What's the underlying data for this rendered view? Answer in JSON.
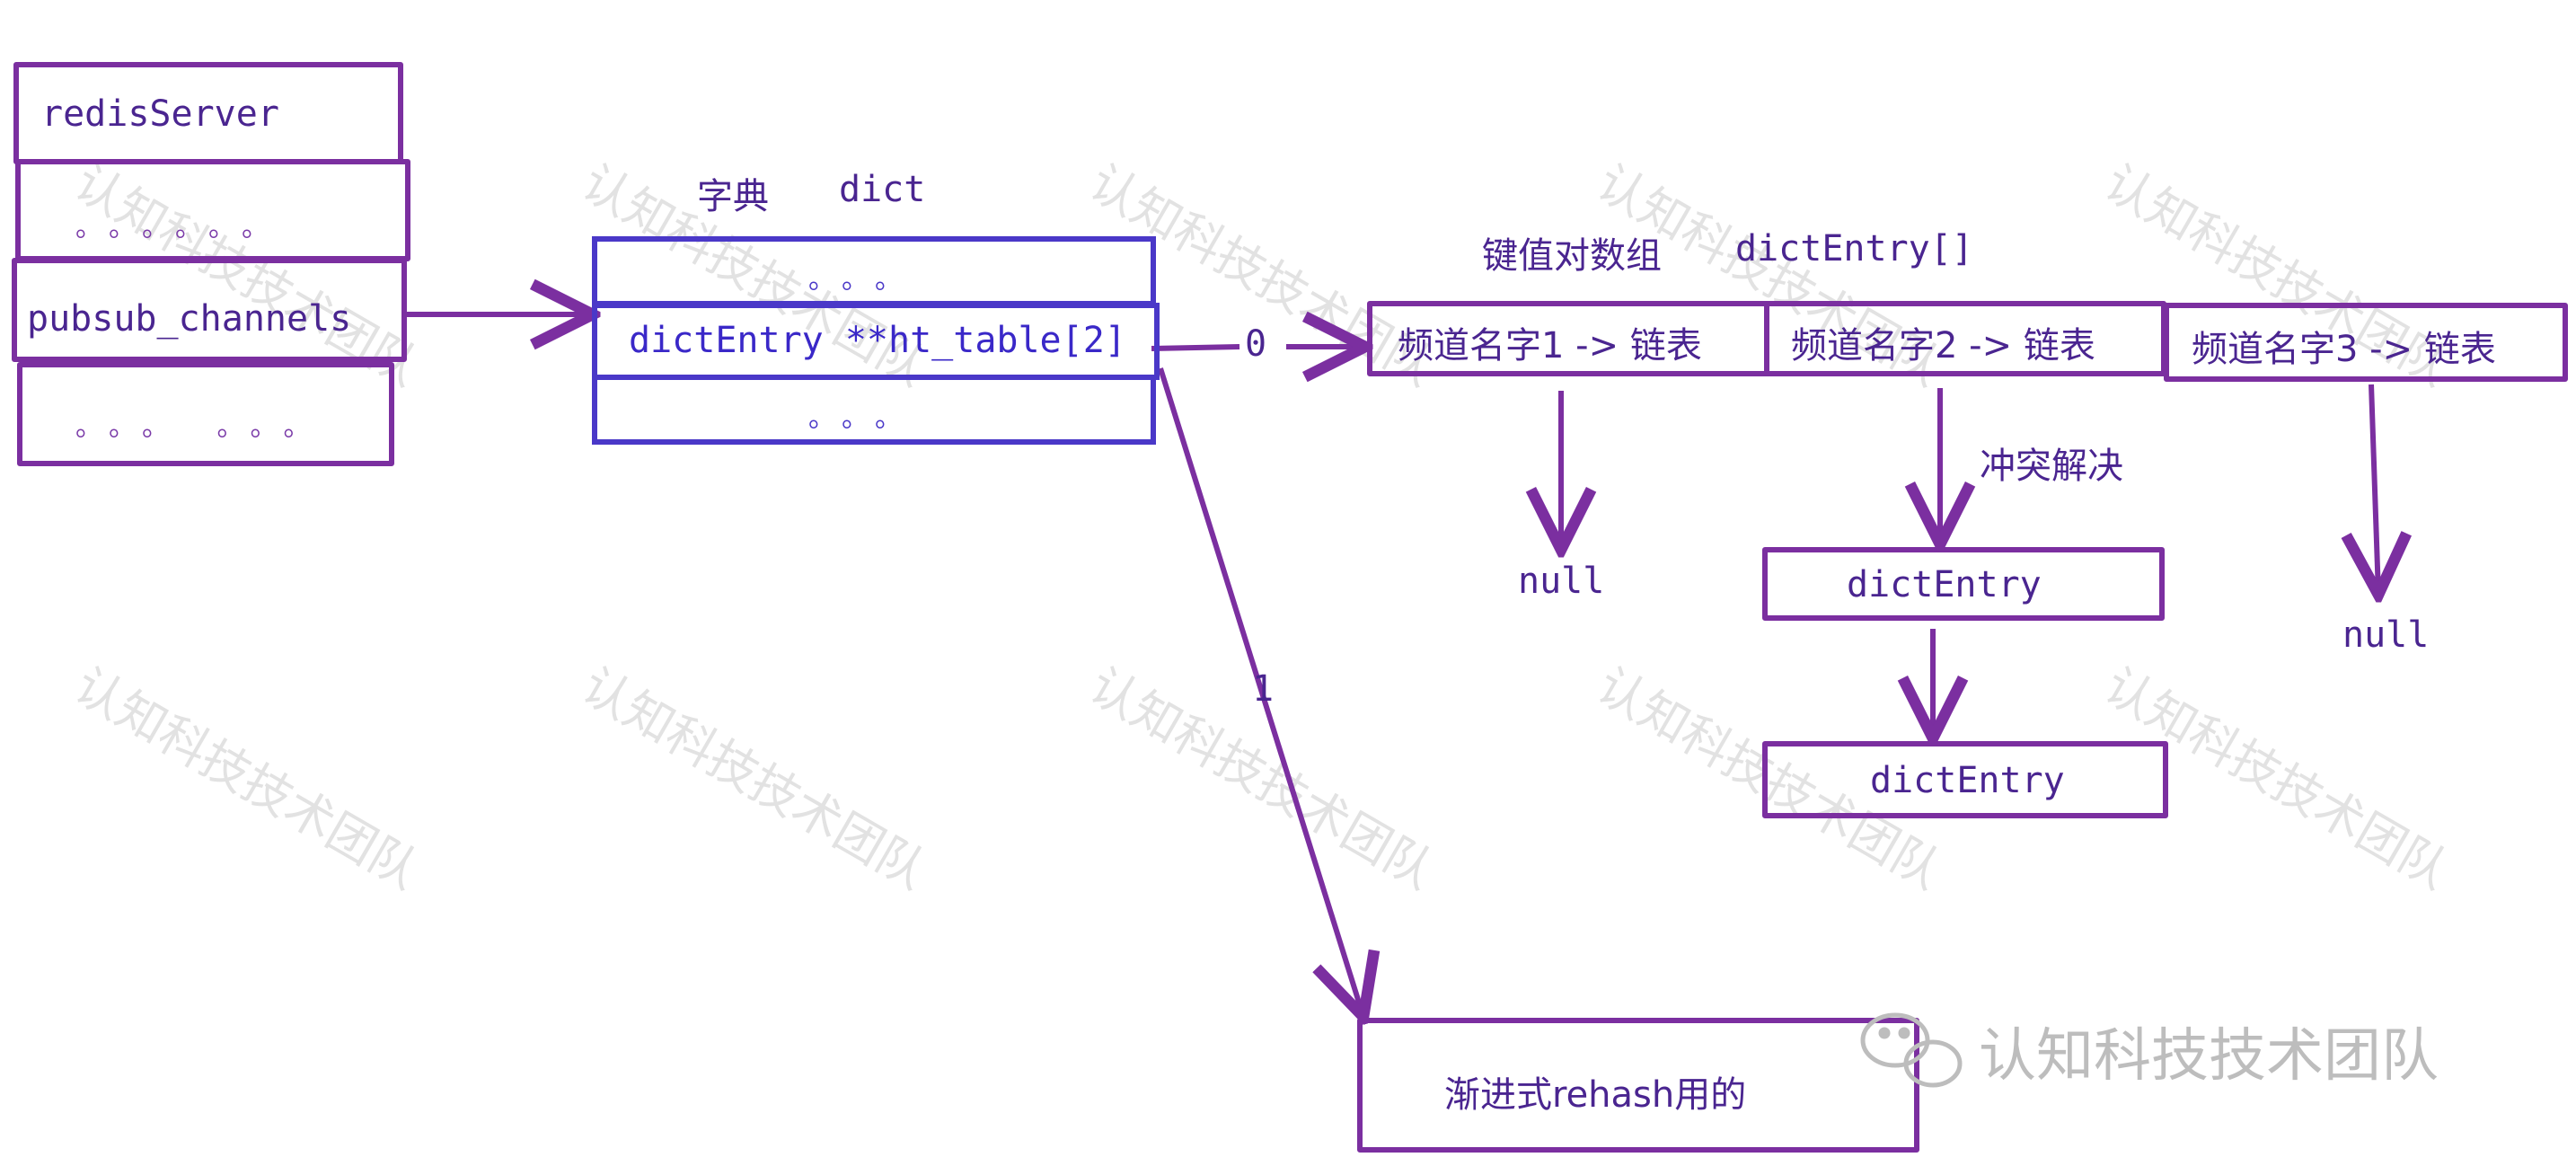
{
  "watermark": "认知科技技术团队",
  "server_struct": {
    "title": "redisServer",
    "dots_top": "。。。。。。",
    "field": "pubsub_channels",
    "dots_bottom": "。。。 。。。"
  },
  "dict_struct": {
    "caption_cn": "字典",
    "caption_en": "dict",
    "dots_top": "。。。",
    "field": "dictEntry **ht_table[2]",
    "dots_bottom": "。。。"
  },
  "edges": {
    "index0": "0",
    "index1": "1"
  },
  "array": {
    "caption_cn": "键值对数组",
    "caption_en": "dictEntry[]",
    "slots": [
      "频道名字1 -> 链表",
      "频道名字2 -> 链表",
      "频道名字3 -> 链表"
    ]
  },
  "null_labels": [
    "null",
    "null"
  ],
  "collision_label": "冲突解决",
  "chain_entries": [
    "dictEntry",
    "dictEntry"
  ],
  "rehash_box": "渐进式rehash用的",
  "brand": "认知科技技术团队",
  "colors": {
    "purple": "#7b2fa0",
    "blue": "#3a28c8",
    "watermark": "#969696"
  }
}
